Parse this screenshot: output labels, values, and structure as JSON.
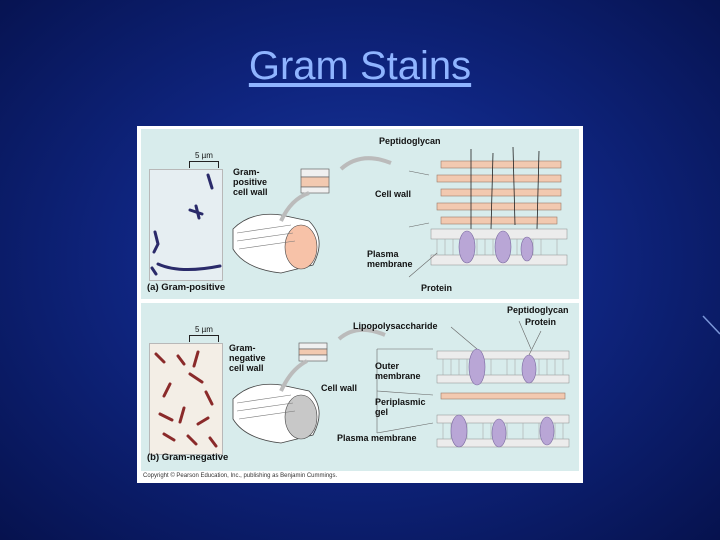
{
  "slide": {
    "title": "Gram Stains"
  },
  "panel_a": {
    "caption": "(a) Gram-positive",
    "scale": "5 µm",
    "wall_label": [
      "Gram-",
      "positive",
      "cell wall"
    ],
    "peptidoglycan": "Peptidoglycan",
    "cell_wall": "Cell wall",
    "plasma_membrane": [
      "Plasma",
      "membrane"
    ],
    "protein": "Protein"
  },
  "panel_b": {
    "caption": "(b) Gram-negative",
    "scale": "5 µm",
    "wall_label": [
      "Gram-",
      "negative",
      "cell wall"
    ],
    "lps": "Lipopolysaccharide",
    "peptidoglycan": "Peptidoglycan",
    "protein": "Protein",
    "outer_membrane": [
      "Outer",
      "membrane"
    ],
    "cell_wall": "Cell wall",
    "periplasmic": [
      "Periplasmic",
      "gel"
    ],
    "plasma_membrane": "Plasma membrane"
  },
  "copyright": "Copyright © Pearson Education, Inc., publishing as Benjamin Cummings.",
  "colors": {
    "title": "#8fb4ff",
    "panel_bg": "#d8ecec",
    "peptidoglycan": "#f2c9b0",
    "protein": "#b9a6d6",
    "gram_pos_stain": "#2a2a6a",
    "gram_neg_stain": "#8a2a2a"
  }
}
